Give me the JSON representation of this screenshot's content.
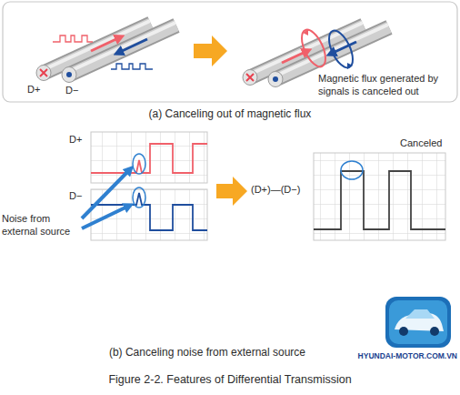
{
  "diagram": {
    "caption": "Figure 2-2. Features of Differential Transmission",
    "labels": [
      "D+",
      "D−",
      "Magnetic flux generated by signals is canceled out",
      "(a) Canceling out of magnetic flux",
      "D+",
      "D−",
      "Noise from external source",
      "(D+)—(D−)",
      "Canceled",
      "(b) Canceling noise from external source",
      "HYUNDAI-MOTOR.COM.VN"
    ]
  }
}
